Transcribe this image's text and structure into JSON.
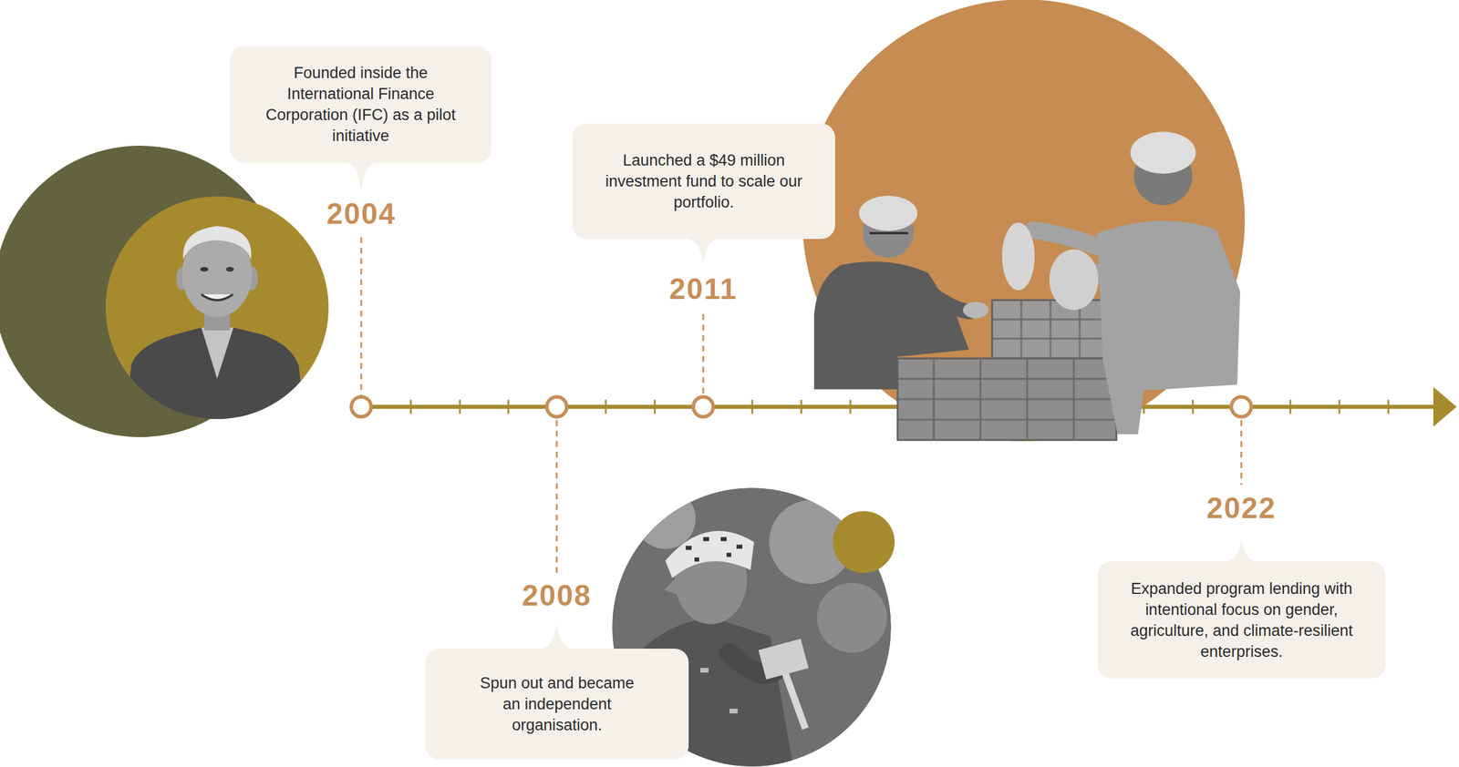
{
  "diagram": {
    "nodes": [
      {
        "text": [
          "2004",
          "Founded inside the International Finance Corporation (IFC) as a pilot initiative"
        ]
      },
      {
        "text": [
          "2008",
          "Spun out and became an independent organisation."
        ]
      },
      {
        "text": [
          "2011",
          "Launched a $49 million investment fund to scale our portfolio."
        ]
      },
      {
        "text": [
          "2022",
          "Expanded program lending with intentional focus on gender, agriculture, and climate-resilient enterprises."
        ]
      }
    ]
  }
}
